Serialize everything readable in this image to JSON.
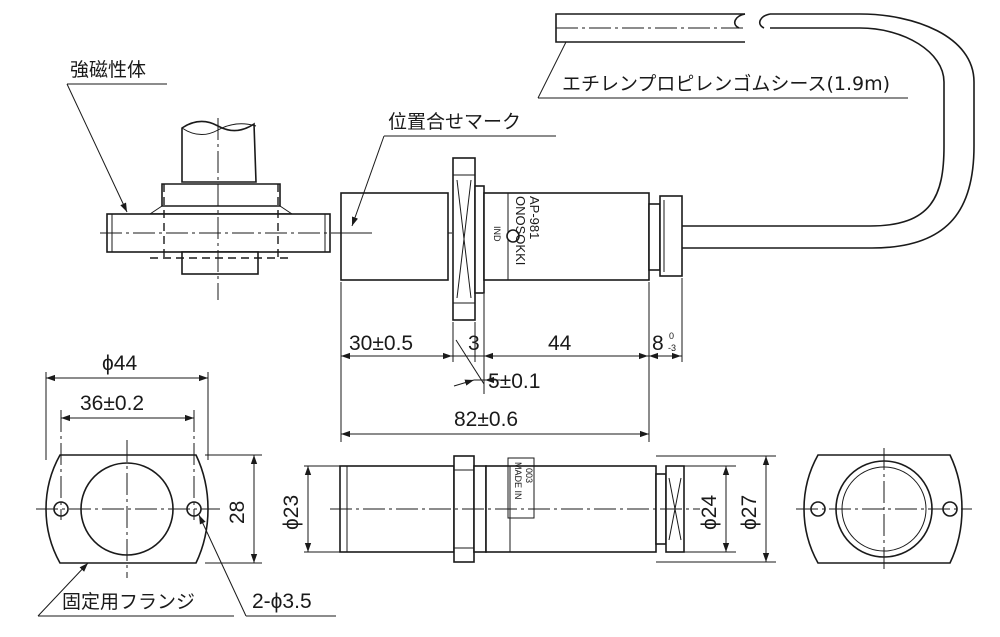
{
  "callouts": {
    "ferromagnetic": "強磁性体",
    "alignment_mark": "位置合せマーク",
    "cable": "エチレンプロピレンゴムシース(1.9m)",
    "fixing_flange": "固定用フランジ",
    "holes": "2-ϕ3.5"
  },
  "dimensions": {
    "d30": "30±0.5",
    "d3": "3",
    "d44": "44",
    "d8": "8",
    "d8_tol_upper": "0",
    "d8_tol_lower": "-3",
    "d5": "5±0.1",
    "d82": "82±0.6",
    "phi44": "ϕ44",
    "d36": "36±0.2",
    "d28": "28",
    "phi23": "ϕ23",
    "phi24": "ϕ24",
    "phi27": "ϕ27"
  },
  "body_markings": {
    "brand": "ONOSOKKI",
    "model": "AP-981",
    "ind": "IND",
    "made_in": "MADE IN",
    "serial": "003"
  }
}
